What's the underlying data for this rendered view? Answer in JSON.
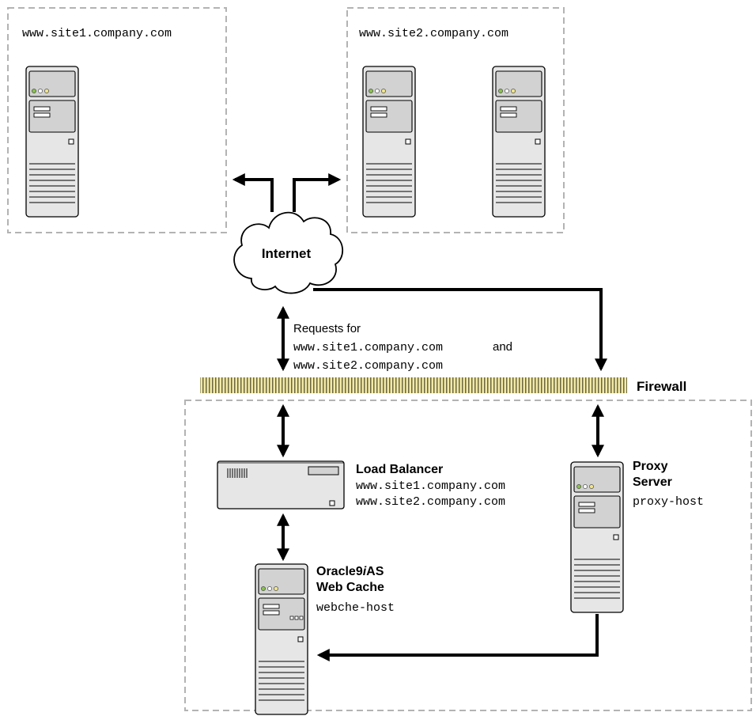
{
  "regions": {
    "site1_label": "www.site1.company.com",
    "site2_label": "www.site2.company.com"
  },
  "internet": {
    "label": "Internet"
  },
  "requests": {
    "prefix": "Requests for",
    "site1": "www.site1.company.com",
    "and": "and",
    "site2": "www.site2.company.com"
  },
  "firewall": {
    "label": "Firewall"
  },
  "load_balancer": {
    "title": "Load Balancer",
    "host1": "www.site1.company.com",
    "host2": "www.site2.company.com"
  },
  "proxy": {
    "title_line1": "Proxy",
    "title_line2": "Server",
    "host": "proxy-host"
  },
  "web_cache": {
    "title_line1_a": "Oracle9",
    "title_line1_i": "i",
    "title_line1_b": "AS",
    "title_line2": "Web Cache",
    "host": "webche-host"
  },
  "colors": {
    "region_border": "#b3b3b3",
    "firewall": "#f2e9a8",
    "server_case": "#e6e6e6",
    "server_panel": "#d2d2d2",
    "led_green": "#8ac34a",
    "led_yellow": "#f1e58b"
  },
  "icons": [
    "server-icon",
    "cloud-icon",
    "firewall-icon",
    "load-balancer-icon",
    "arrow-icon"
  ]
}
